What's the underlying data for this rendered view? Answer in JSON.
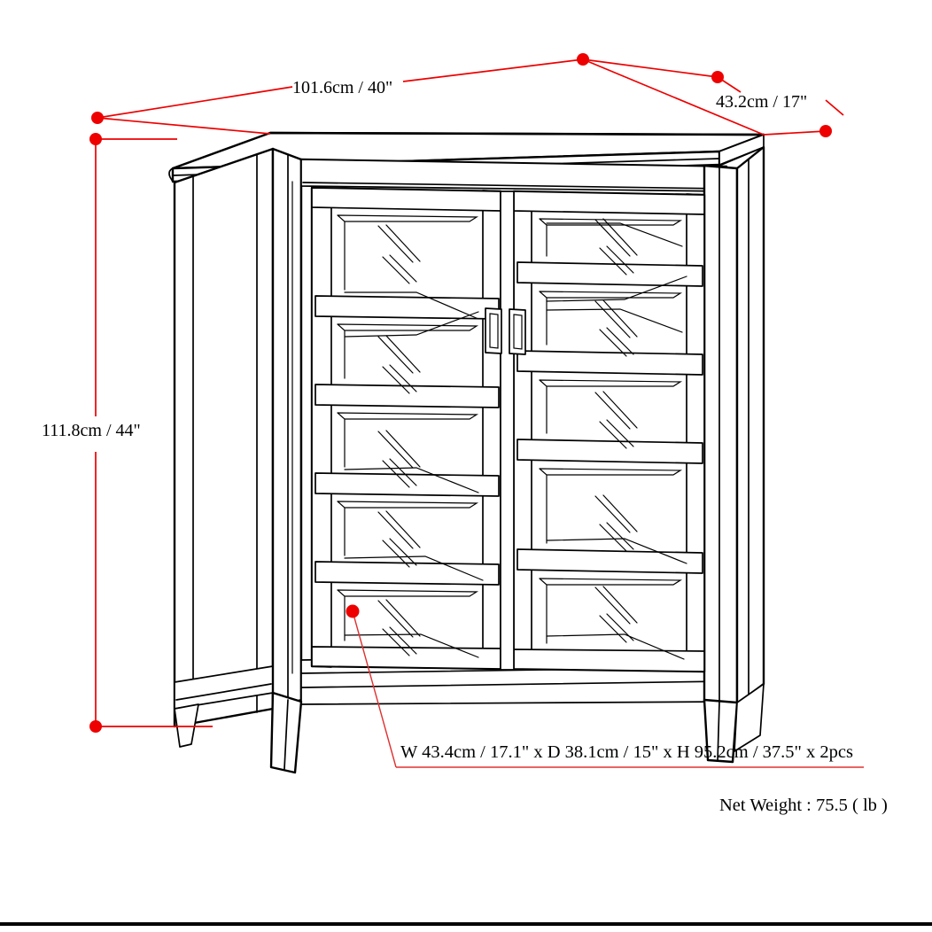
{
  "diagram": {
    "type": "furniture-dimension-drawing",
    "product": "glass-door-storage-cabinet",
    "line_color": "#000000",
    "dimension_color": "#ee0000",
    "background": "#ffffff"
  },
  "dimensions": {
    "width": {
      "name": "overall-width",
      "text": "101.6cm / 40\"",
      "cm": 101.6,
      "inch": 40
    },
    "depth": {
      "name": "overall-depth",
      "text": "43.2cm / 17\"",
      "cm": 43.2,
      "inch": 17
    },
    "height": {
      "name": "overall-height",
      "text": "111.8cm / 44\"",
      "cm": 111.8,
      "inch": 44
    }
  },
  "interior": {
    "text": "W 43.4cm / 17.1\" x D 38.1cm / 15\" x H 95.2cm / 37.5\" x 2pcs",
    "width_cm": 43.4,
    "width_inch": 17.1,
    "depth_cm": 38.1,
    "depth_inch": 15,
    "height_cm": 95.2,
    "height_inch": 37.5,
    "pieces": 2
  },
  "weight": {
    "text": "Net Weight :  75.5 ( lb )",
    "label": "Net Weight :",
    "value": 75.5,
    "unit": "lb"
  },
  "cabinet": {
    "doors": 2,
    "panes_per_door": 5,
    "handles": 2,
    "legs": 4,
    "has_glass": true
  }
}
